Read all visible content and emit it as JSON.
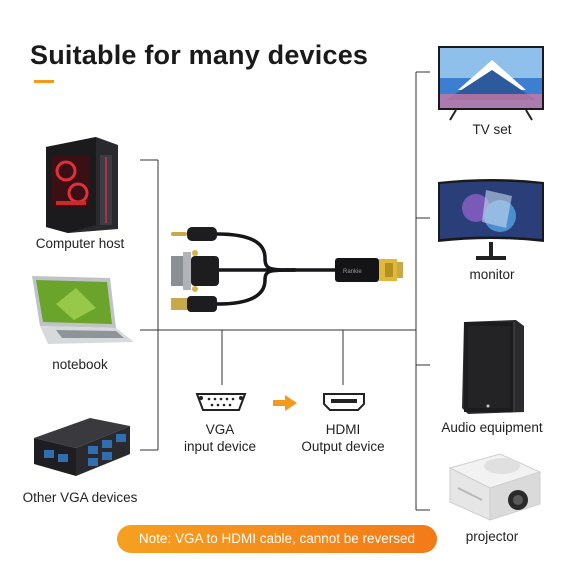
{
  "heading": "Suitable for many devices",
  "colors": {
    "accent": "#f39a1e",
    "note_bg": "#f48a1a",
    "line": "#333333"
  },
  "left_devices": [
    {
      "label": "Computer host",
      "icon": "desktop-computer-icon"
    },
    {
      "label": "notebook",
      "icon": "laptop-icon"
    },
    {
      "label": "Other VGA devices",
      "icon": "vga-switch-icon"
    }
  ],
  "right_devices": [
    {
      "label": "TV set",
      "icon": "tv-icon"
    },
    {
      "label": "monitor",
      "icon": "monitor-icon"
    },
    {
      "label": "Audio equipment",
      "icon": "speaker-icon"
    },
    {
      "label": "projector",
      "icon": "projector-icon"
    }
  ],
  "cable": {
    "brand": "Rankie",
    "icon": "vga-to-hdmi-cable-icon"
  },
  "vga": {
    "line1": "VGA",
    "line2": "input device",
    "icon": "vga-port-icon"
  },
  "hdmi": {
    "line1": "HDMI",
    "line2": "Output device",
    "icon": "hdmi-port-icon"
  },
  "arrow": {
    "icon": "arrow-right-icon"
  },
  "note": "Note: VGA to HDMI cable, cannot be reversed"
}
